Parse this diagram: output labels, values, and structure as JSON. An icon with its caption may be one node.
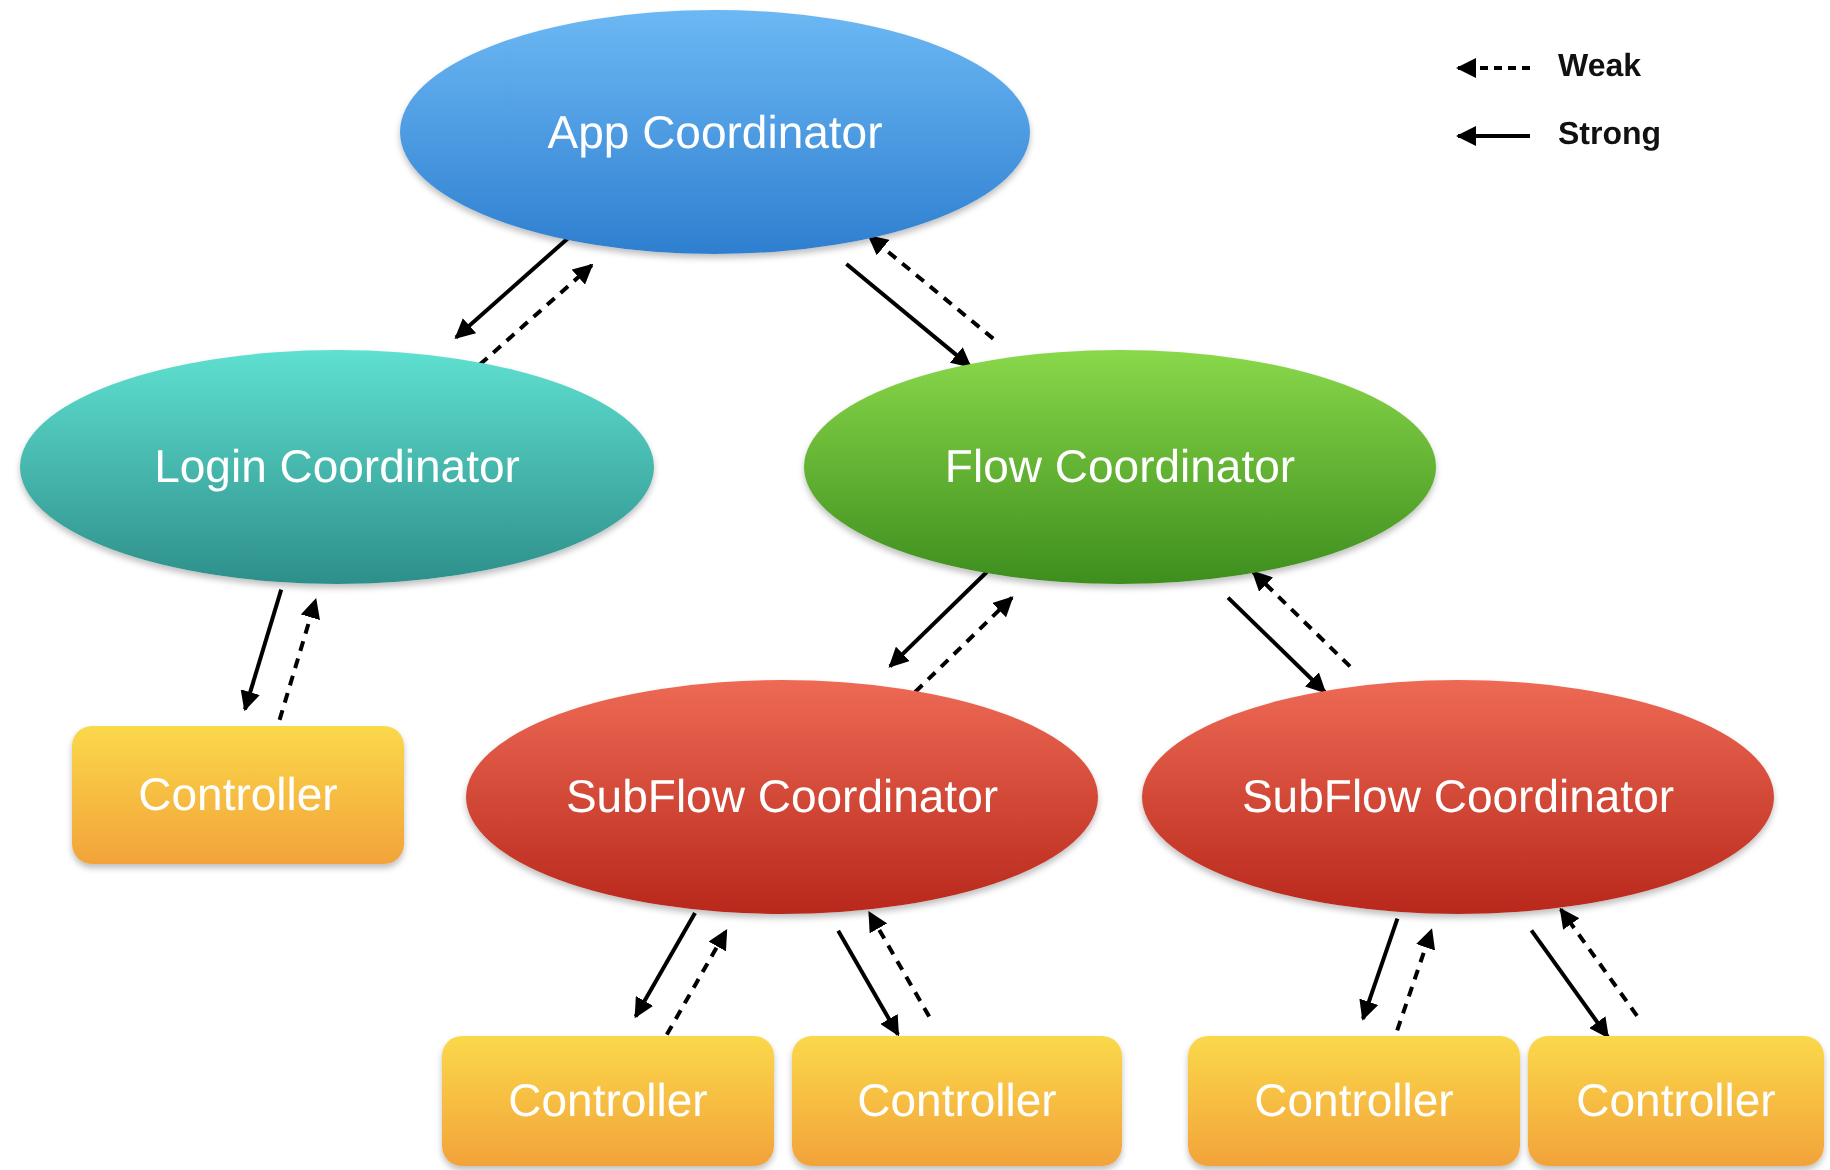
{
  "diagram": {
    "nodes": [
      {
        "text": [
          "App Coordinator"
        ]
      },
      {
        "text": [
          "Login Coordinator"
        ]
      },
      {
        "text": [
          "Flow Coordinator"
        ]
      },
      {
        "text": [
          "Controller"
        ]
      },
      {
        "text": [
          "SubFlow Coordinator"
        ]
      },
      {
        "text": [
          "SubFlow Coordinator"
        ]
      },
      {
        "text": [
          "Controller"
        ]
      },
      {
        "text": [
          "Controller"
        ]
      },
      {
        "text": [
          "Controller"
        ]
      },
      {
        "text": [
          "Controller"
        ]
      }
    ],
    "edges": [
      {
        "from": 0,
        "to": 1,
        "arrow": "to"
      },
      {
        "from": 1,
        "to": 0,
        "arrow": "to",
        "style": "dashed"
      },
      {
        "from": 0,
        "to": 2,
        "arrow": "to"
      },
      {
        "from": 2,
        "to": 0,
        "arrow": "to",
        "style": "dashed"
      },
      {
        "from": 1,
        "to": 3,
        "arrow": "to"
      },
      {
        "from": 3,
        "to": 1,
        "arrow": "to",
        "style": "dashed"
      },
      {
        "from": 2,
        "to": 4,
        "arrow": "to"
      },
      {
        "from": 4,
        "to": 2,
        "arrow": "to",
        "style": "dashed"
      },
      {
        "from": 2,
        "to": 5,
        "arrow": "to"
      },
      {
        "from": 5,
        "to": 2,
        "arrow": "to",
        "style": "dashed"
      },
      {
        "from": 4,
        "to": 6,
        "arrow": "to"
      },
      {
        "from": 6,
        "to": 4,
        "arrow": "to",
        "style": "dashed"
      },
      {
        "from": 4,
        "to": 7,
        "arrow": "to"
      },
      {
        "from": 7,
        "to": 4,
        "arrow": "to",
        "style": "dashed"
      },
      {
        "from": 5,
        "to": 8,
        "arrow": "to"
      },
      {
        "from": 8,
        "to": 5,
        "arrow": "to",
        "style": "dashed"
      },
      {
        "from": 5,
        "to": 9,
        "arrow": "to"
      },
      {
        "from": 9,
        "to": 5,
        "arrow": "to",
        "style": "dashed"
      }
    ],
    "legend": [
      {
        "text": "Weak"
      },
      {
        "text": "Strong"
      }
    ]
  }
}
